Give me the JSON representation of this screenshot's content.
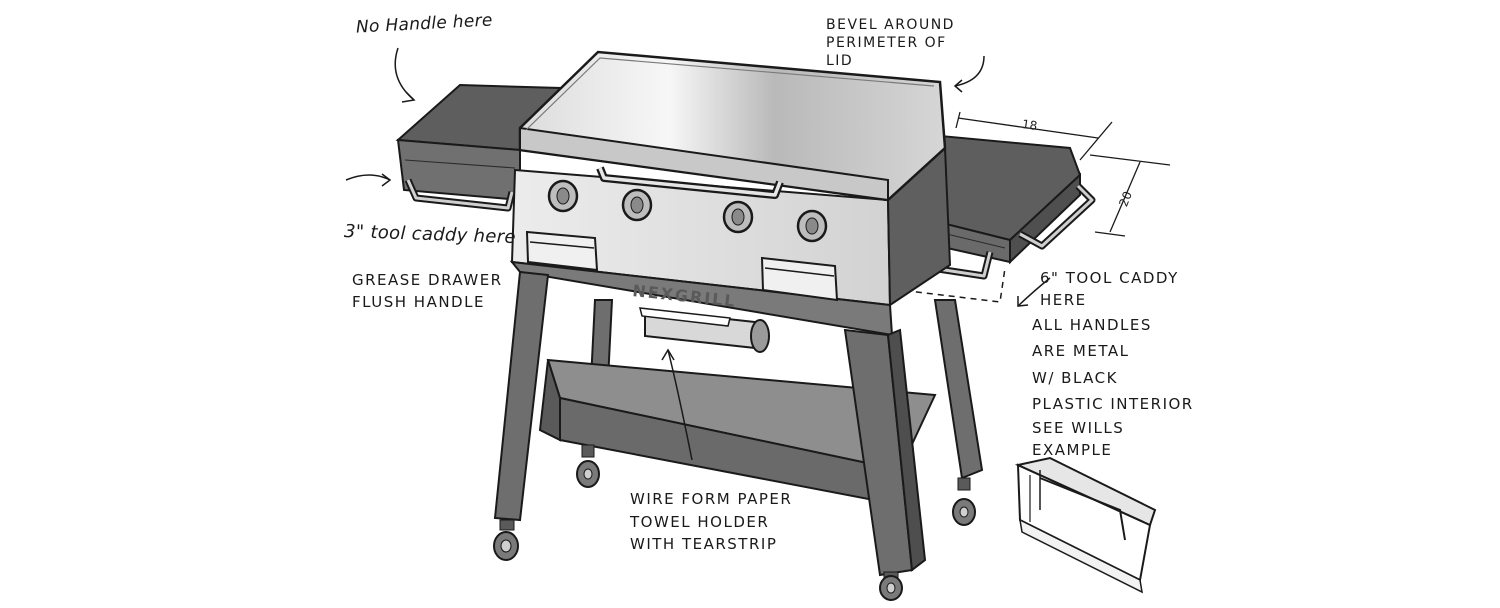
{
  "brand": "NEXGRILL",
  "annotations": {
    "no_handle": "No Handle here",
    "bevel": "BEVEL AROUND\nPERIMETER OF\nLID",
    "tool_caddy_3": "3\" tool caddy here",
    "grease_drawer": "GREASE DRAWER\nFLUSH HANDLE",
    "tool_caddy_6": "6\" TOOL CADDY\nHERE",
    "handles": "ALL HANDLES\nARE METAL\nW/ BLACK\nPLASTIC INTERIOR",
    "see_wills": "SEE WILLS\nEXAMPLE",
    "paper_towel": "WIRE FORM PAPER\nTOWEL HOLDER\nWITH TEARSTRIP"
  },
  "dimensions": {
    "width": "18",
    "depth": "20"
  },
  "colors": {
    "ink": "#1a1a1a",
    "body_dark": "#6b6b6b",
    "body_mid": "#8a8a8a",
    "lid_light": "#e4e4e4",
    "shelf": "#9a9a9a"
  }
}
